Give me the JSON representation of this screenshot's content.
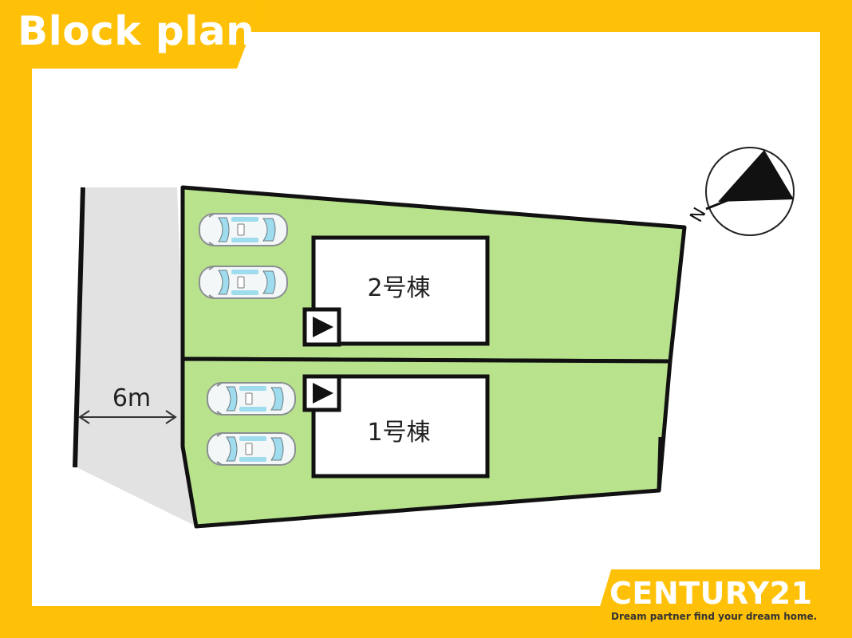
{
  "header": {
    "title": "Block plan"
  },
  "plan": {
    "road_width": "6m",
    "buildings": [
      {
        "label": "2号棟"
      },
      {
        "label": "1号棟"
      }
    ],
    "compass": {
      "north_label": "N"
    }
  },
  "brand": {
    "name": "CENTURY21",
    "tagline": "Dream partner find your dream home."
  },
  "colors": {
    "frame": "#FFC107",
    "lot": "#B9E28C",
    "road": "#E2E2E2",
    "car_glass": "#9FDDEE"
  }
}
